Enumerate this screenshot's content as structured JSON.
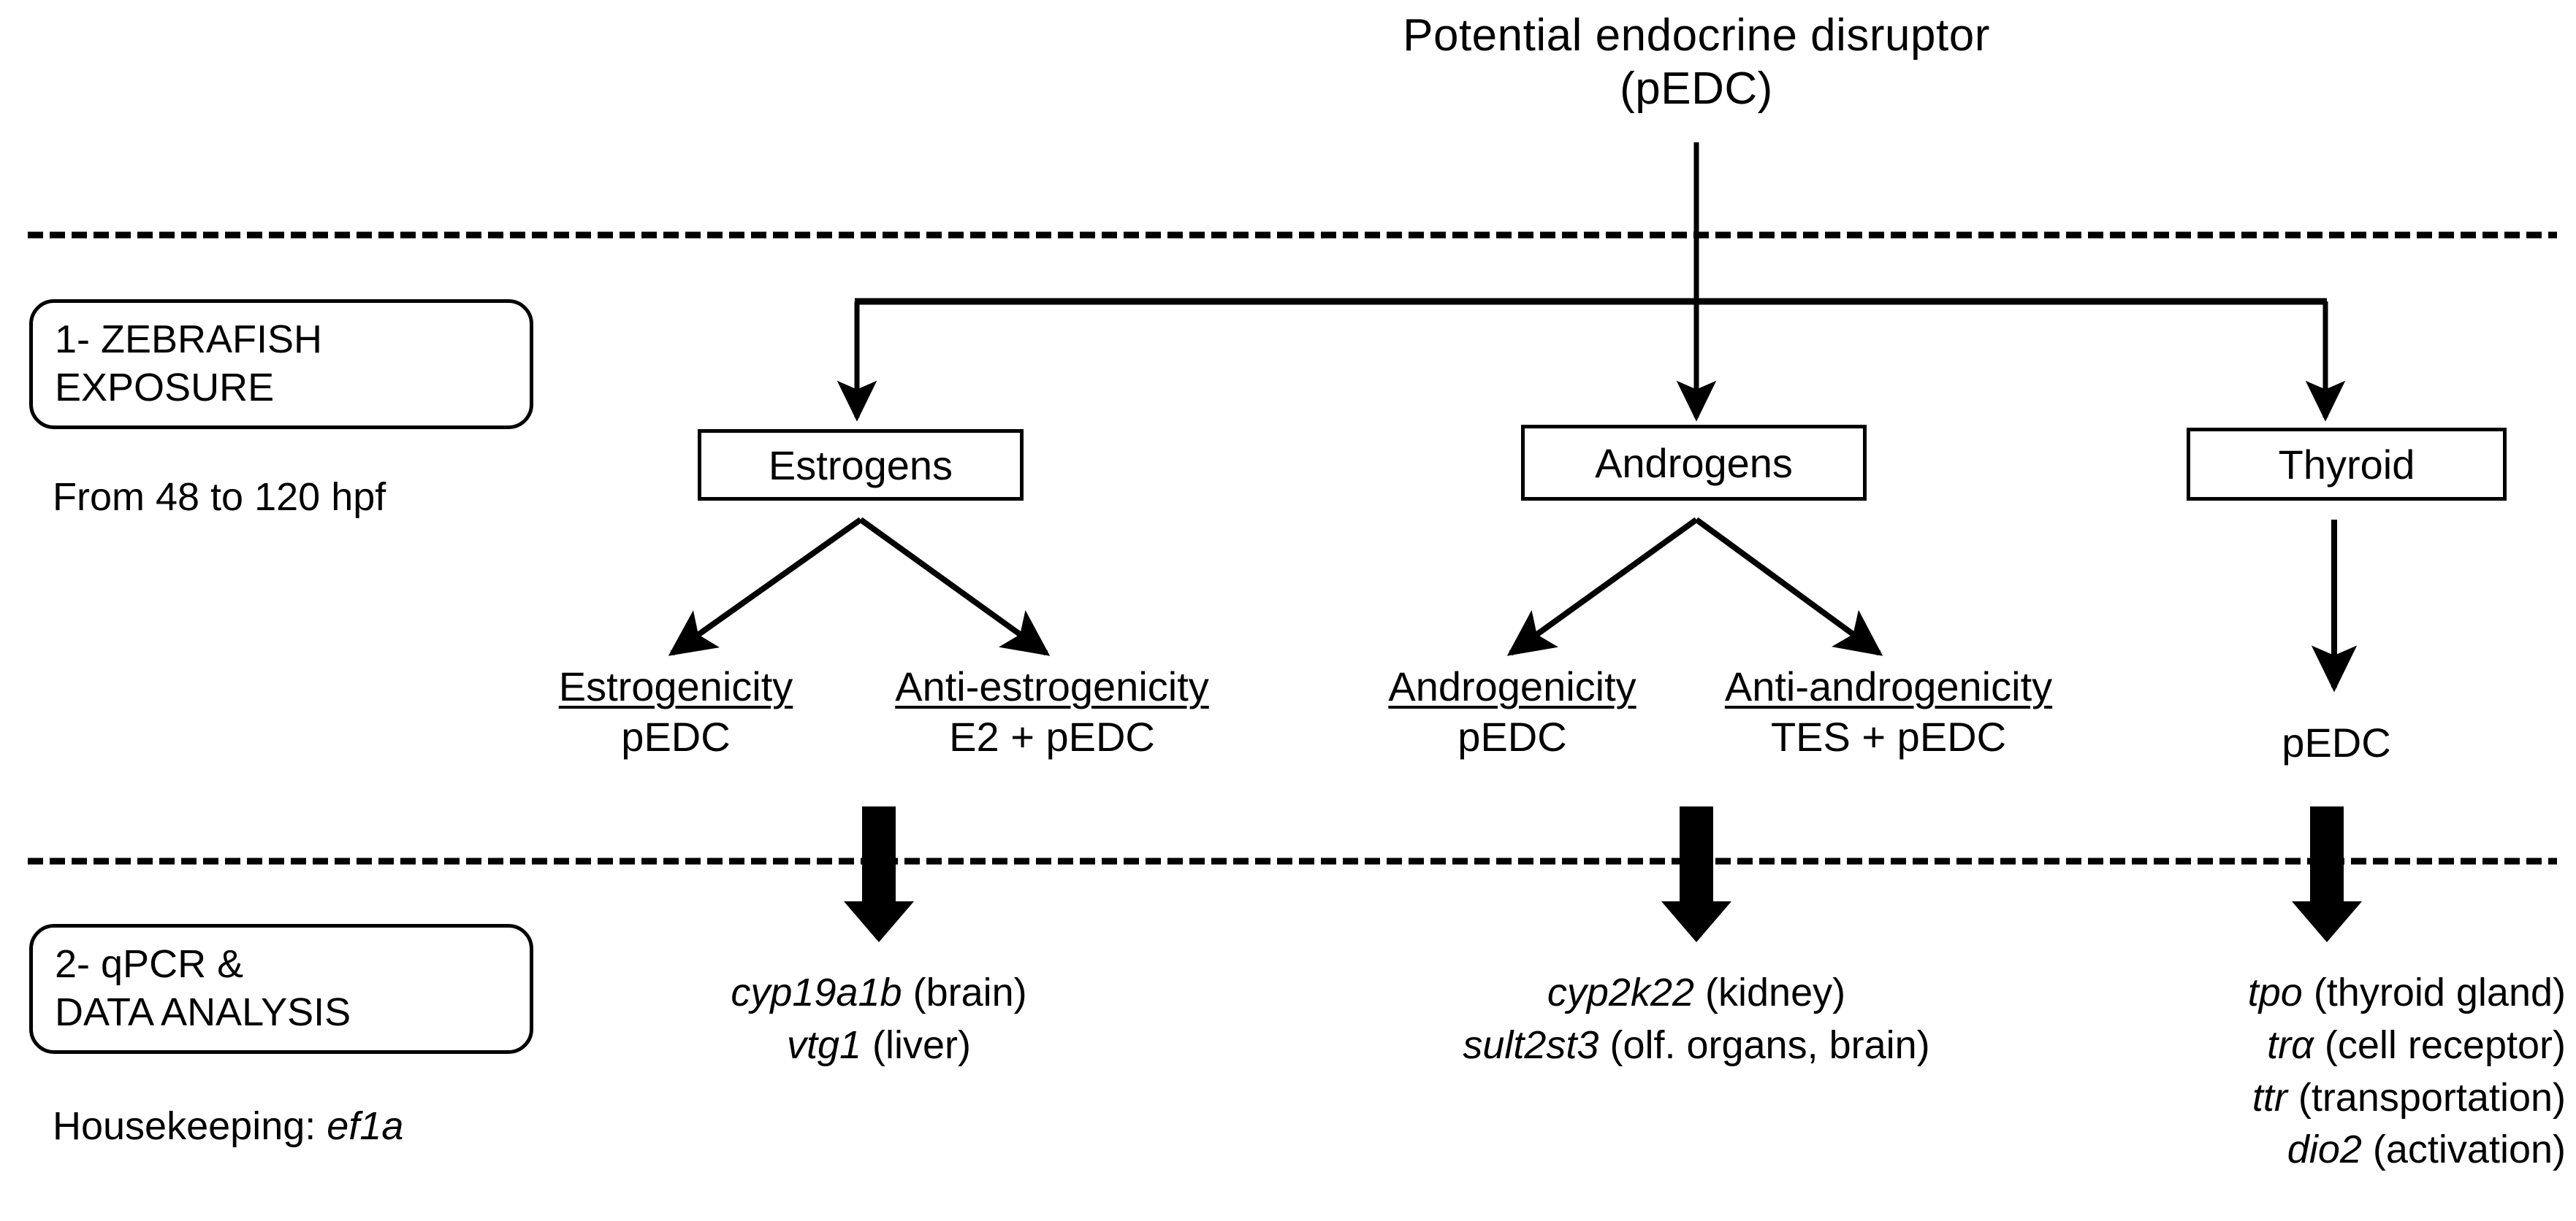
{
  "figure": {
    "title_line1": "Potential endocrine disruptor",
    "title_line2": "(pEDC)"
  },
  "phases": [
    {
      "line1": "1- ZEBRAFISH",
      "line2": "EXPOSURE",
      "note": "From 48 to 120 hpf"
    },
    {
      "line1": "2- qPCR &",
      "line2": "DATA ANALYSIS",
      "note_prefix": "Housekeeping: ",
      "note_gene": "ef1a"
    }
  ],
  "axes": [
    {
      "label": "Estrogens"
    },
    {
      "label": "Androgens"
    },
    {
      "label": "Thyroid"
    }
  ],
  "assays": [
    {
      "head": "Estrogenicity",
      "sub": "pEDC",
      "underlined": true
    },
    {
      "head": "Anti-estrogenicity",
      "sub": "E2 + pEDC",
      "underlined": true
    },
    {
      "head": "Androgenicity",
      "sub": "pEDC",
      "underlined": true
    },
    {
      "head": "Anti-androgenicity",
      "sub": "TES + pEDC",
      "underlined": true
    },
    {
      "head": "pEDC",
      "sub": "",
      "underlined": false
    }
  ],
  "gene_groups": [
    {
      "group": "estrogen-genes",
      "genes": [
        {
          "gene": "cyp19a1b",
          "tissue": " (brain)"
        },
        {
          "gene": "vtg1",
          "tissue": " (liver)"
        }
      ]
    },
    {
      "group": "androgen-genes",
      "genes": [
        {
          "gene": "cyp2k22",
          "tissue": " (kidney)"
        },
        {
          "gene": "sult2st3",
          "tissue": " (olf. organs, brain)"
        }
      ]
    },
    {
      "group": "thyroid-genes",
      "genes": [
        {
          "gene": "tpo",
          "tissue": " (thyroid gland)"
        },
        {
          "gene": "trα",
          "tissue": " (cell receptor)"
        },
        {
          "gene": "ttr",
          "tissue": " (transportation)"
        },
        {
          "gene": "dio2",
          "tissue": " (activation)"
        }
      ]
    }
  ],
  "colors": {
    "ink": "#000000",
    "background": "#ffffff"
  }
}
